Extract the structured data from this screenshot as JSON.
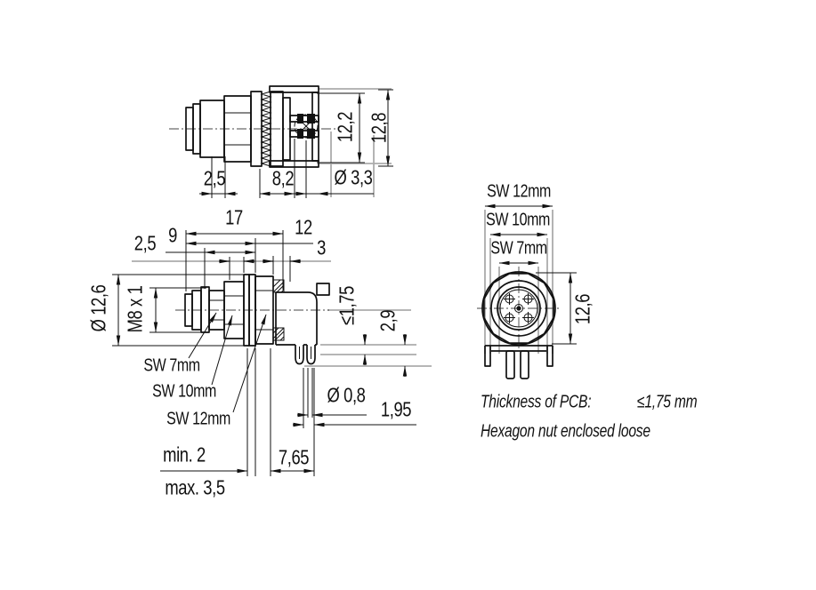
{
  "views": {
    "straight_side": {
      "dims": {
        "d25": "2,5",
        "d82": "8,2",
        "d33": "Ø 3,3",
        "d122": "12,2",
        "d128": "12,8"
      }
    },
    "angled_side": {
      "dims": {
        "d17": "17",
        "d12": "12",
        "d9": "9",
        "d25": "2,5",
        "d3": "3",
        "dia126": "Ø 12,6",
        "thread": "M8 x 1",
        "pcb": "≤1,75",
        "d29": "2,9",
        "sw7": "SW 7mm",
        "sw10": "SW 10mm",
        "sw12": "SW 12mm",
        "min2": "min. 2",
        "max35": "max. 3,5",
        "d765": "7,65",
        "dia08": "Ø 0,8",
        "d195": "1,95"
      }
    },
    "front": {
      "dims": {
        "sw12": "SW 12mm",
        "sw10": "SW 10mm",
        "sw7": "SW 7mm",
        "d126": "12,6"
      }
    }
  },
  "notes": {
    "pcb_label": "Thickness of PCB:",
    "pcb_value": "≤1,75 mm",
    "nut": "Hexagon nut enclosed loose"
  },
  "colors": {
    "line": "#111111",
    "aux": "#ababab",
    "background": "#ffffff"
  }
}
